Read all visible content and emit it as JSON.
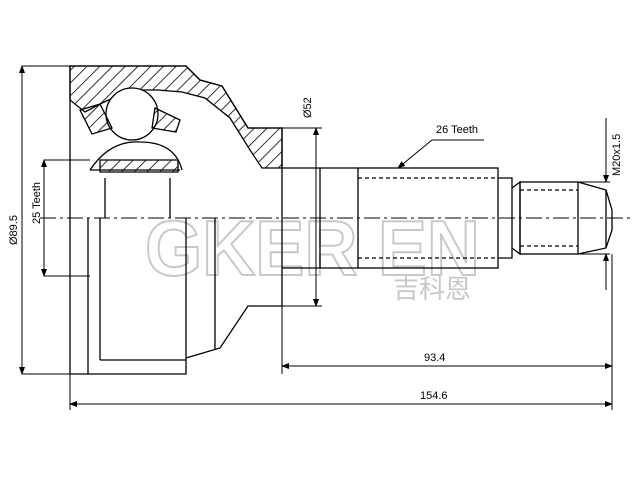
{
  "drawing": {
    "dimensions": {
      "outer_diameter": "Ø89.5",
      "inner_teeth": "25 Teeth",
      "neck_diameter": "Ø52",
      "spline_teeth": "26 Teeth",
      "thread": "M20x1.5",
      "shaft_length": "93.4",
      "total_length": "154.6"
    },
    "watermark": {
      "brand": "GKER EN",
      "brand_cn": "吉科恩"
    }
  }
}
